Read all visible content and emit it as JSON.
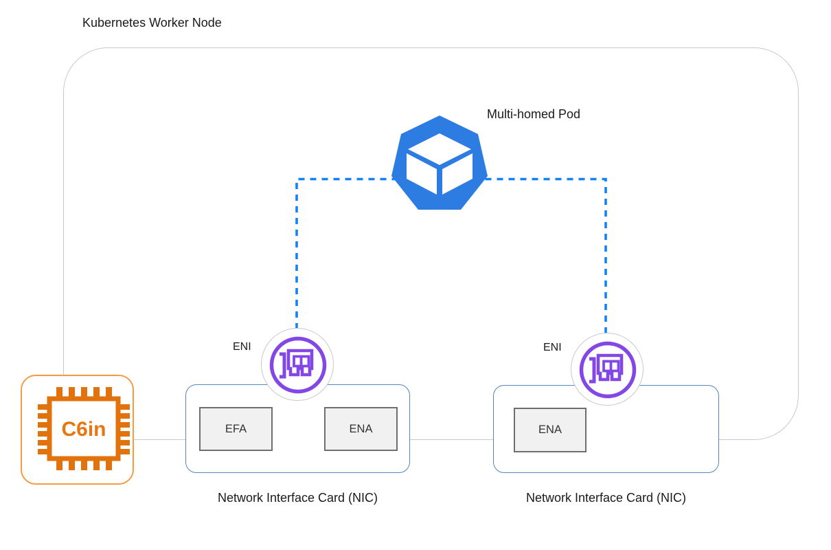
{
  "diagram": {
    "node_title": "Kubernetes Worker Node",
    "pod": {
      "label": "Multi-homed Pod"
    },
    "eni_left": {
      "label": "ENI"
    },
    "eni_right": {
      "label": "ENI"
    },
    "nic_left": {
      "label": "Network Interface Card (NIC)",
      "cards": [
        "EFA",
        "ENA"
      ]
    },
    "nic_right": {
      "label": "Network Interface Card (NIC)",
      "cards": [
        "ENA"
      ]
    },
    "chip": {
      "label": "C6in"
    },
    "colors": {
      "kubernetes_blue": "#2d7ce1",
      "dashed_link_blue": "#1282f5",
      "eni_purple": "#8347e5",
      "chip_orange": "#e2720b",
      "chip_border_orange": "#f59b42",
      "nic_border_blue": "#5684bc",
      "node_border_gray": "#c9c9c9"
    }
  }
}
